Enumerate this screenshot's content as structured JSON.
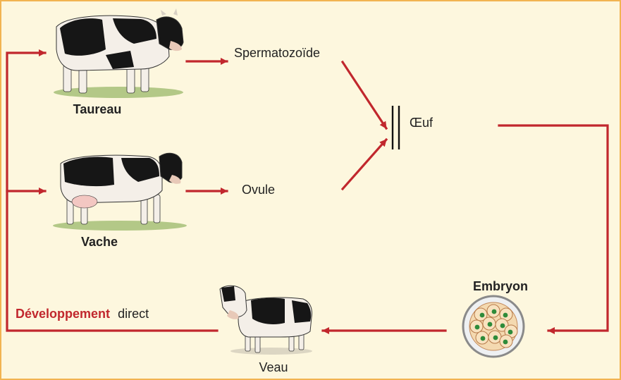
{
  "labels": {
    "taureau": "Taureau",
    "vache": "Vache",
    "spermatozoide": "Spermatozoïde",
    "ovule": "Ovule",
    "oeuf": "Œuf",
    "embryon": "Embryon",
    "veau": "Veau",
    "developpement": "Développement",
    "direct": "direct"
  },
  "colors": {
    "background": "#fdf7de",
    "border": "#f2b451",
    "arrow": "#c1272d",
    "developpement_text": "#c1272d"
  },
  "icons": {
    "bull": "bull-illustration",
    "cow": "cow-illustration",
    "calf": "calf-illustration",
    "embryo": "embryo-cells-illustration",
    "fusion": "fusion-double-bar"
  }
}
